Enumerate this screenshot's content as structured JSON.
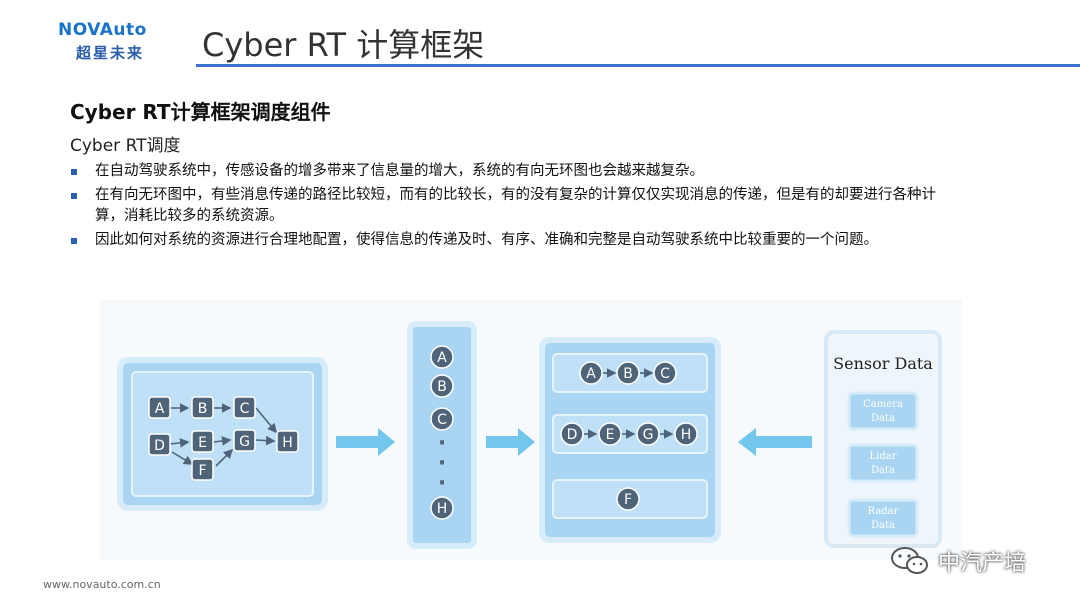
{
  "logo": {
    "main": "NOVAuto",
    "sub": "超星未来"
  },
  "slide": {
    "title": "Cyber RT 计算框架",
    "heading": "Cyber RT计算框架调度组件",
    "subheading": "Cyber RT调度",
    "bullets": [
      "在自动驾驶系统中，传感设备的增多带来了信息量的增大，系统的有向无环图也会越来越复杂。",
      "在有向无环图中，有些消息传递的路径比较短，而有的比较长，有的没有复杂的计算仅仅实现消息的传递，但是有的却要进行各种计算，消耗比较多的系统资源。",
      "因此如何对系统的资源进行合理地配置，使得信息的传递及时、有序、准确和完整是自动驾驶系统中比较重要的一个问题。"
    ]
  },
  "diagram": {
    "graph_nodes": [
      "A",
      "B",
      "C",
      "D",
      "E",
      "G",
      "H",
      "F"
    ],
    "queue_nodes": [
      "A",
      "B",
      "C",
      "H"
    ],
    "queue_dots": [
      "·",
      "·",
      "·"
    ],
    "rows": [
      [
        "A",
        "B",
        "C"
      ],
      [
        "D",
        "E",
        "G",
        "H"
      ],
      [
        "F"
      ]
    ],
    "sensor": {
      "title": "Sensor Data",
      "items": [
        {
          "line1": "Camera",
          "line2": "Data"
        },
        {
          "line1": "Lidar",
          "line2": "Data"
        },
        {
          "line1": "Radar",
          "line2": "Data"
        }
      ]
    }
  },
  "footer": {
    "url": "www.novauto.com.cn"
  },
  "watermark": {
    "text": "中汽产培"
  },
  "colors": {
    "accent": "#3b6fd0",
    "brand": "#1a73c8",
    "panel_fill": "#a9d5f2",
    "panel_border": "#d6ecfa",
    "node_fill": "#4f6478",
    "arrow": "#73c6ec"
  }
}
